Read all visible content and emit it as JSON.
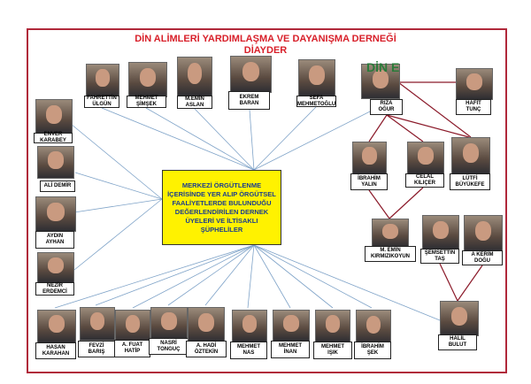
{
  "title": {
    "line1": "DİN ALİMLERİ YARDIMLAŞMA VE DAYANIŞMA DERNEĞİ",
    "line2": "DİAYDER"
  },
  "center_text": "MERKEZİ ÖRGÜTLENME İÇERİSİNDE YER ALIP ÖRGÜTSEL FAALİYETLERDE BULUNDUĞU DEĞERLENDİRİLEN DERNEK ÜYELERİ VE İLTİSAKLI ŞÜPHELİLER",
  "logo_text": "DİN E",
  "colors": {
    "frame": "#b0283a",
    "title": "#d8202a",
    "center_box": "#fff200",
    "center_text": "#1a3d8f",
    "blue_links": "#7fa3c8",
    "red_links": "#8b1a2a"
  },
  "people": [
    {
      "name": [
        "FAHRETTİN",
        "ÜLGÜN"
      ]
    },
    {
      "name": [
        "MEHMET",
        "ŞİMŞEK"
      ]
    },
    {
      "name": [
        "M.EMİN",
        "ASLAN"
      ]
    },
    {
      "name": [
        "EKREM",
        "BARAN"
      ]
    },
    {
      "name": [
        "SEFA",
        "MEHMETOĞLU"
      ]
    },
    {
      "name": [
        "RIZA",
        "OĞUR"
      ]
    },
    {
      "name": [
        "HAFİT",
        "TUNÇ"
      ]
    },
    {
      "name": [
        "ENVER",
        "KARABEY"
      ]
    },
    {
      "name": [
        "ALİ DEMİR",
        ""
      ]
    },
    {
      "name": [
        "AYDIN",
        "AYHAN"
      ]
    },
    {
      "name": [
        "NEZİR",
        "ERDEMCİ"
      ]
    },
    {
      "name": [
        "İBRAHİM",
        "YALIN"
      ]
    },
    {
      "name": [
        "CELAL",
        "KILIÇER"
      ]
    },
    {
      "name": [
        "LÜTFİ",
        "BÜYÜKEFE"
      ]
    },
    {
      "name": [
        "M. EMİN",
        "KIRMIZIKOYUN"
      ]
    },
    {
      "name": [
        "ŞEMSETTİN",
        "TAŞ"
      ]
    },
    {
      "name": [
        "A KERİM",
        "DOĞU"
      ]
    },
    {
      "name": [
        "HASAN",
        "KARAHAN"
      ]
    },
    {
      "name": [
        "FEVZİ",
        "BARIŞ"
      ]
    },
    {
      "name": [
        "A. FUAT",
        "HATİP"
      ]
    },
    {
      "name": [
        "NASRİ",
        "TONGUÇ"
      ]
    },
    {
      "name": [
        "A. HADİ",
        "ÖZTEKİN"
      ]
    },
    {
      "name": [
        "MEHMET",
        "NAS"
      ]
    },
    {
      "name": [
        "MEHMET",
        "İNAN"
      ]
    },
    {
      "name": [
        "MEHMET",
        "IŞIK"
      ]
    },
    {
      "name": [
        "İBRAHİM",
        "ŞEK"
      ]
    },
    {
      "name": [
        "HALİL",
        "BULUT"
      ]
    }
  ]
}
